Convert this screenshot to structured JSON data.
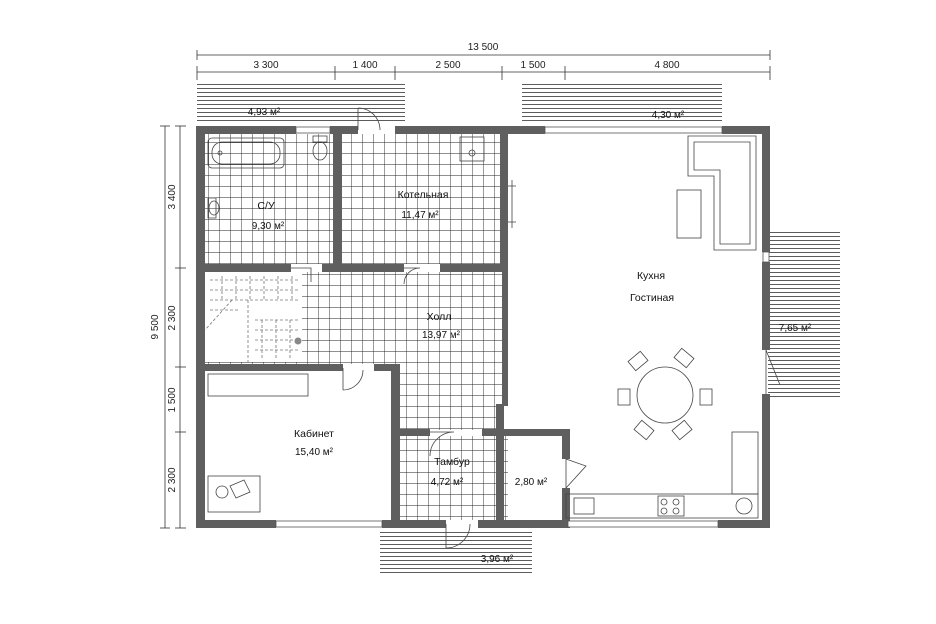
{
  "dimensions": {
    "total_width": "13 500",
    "top_segments": [
      "3 300",
      "1 400",
      "2 500",
      "1 500",
      "4 800"
    ],
    "total_height": "9 500",
    "left_segments": [
      "3 400",
      "2 300",
      "1 500",
      "2 300"
    ]
  },
  "rooms": {
    "su": {
      "name": "С/У",
      "area": "9,30 м²"
    },
    "boiler": {
      "name": "Котельная",
      "area": "11,47 м²"
    },
    "hall": {
      "name": "Холл",
      "area": "13,97 м²"
    },
    "kitchen": {
      "name_line1": "Кухня",
      "name_line2": "Гостиная"
    },
    "cabinet": {
      "name": "Кабинет",
      "area": "15,40 м²"
    },
    "tambur": {
      "name": "Тамбур",
      "area": "4,72 м²"
    },
    "closet": {
      "area": "2,80 м²"
    }
  },
  "terraces": {
    "top_left": "4,93 м²",
    "top_right": "4,30 м²",
    "right": "7,65 м²",
    "bottom": "3,96 м²"
  }
}
